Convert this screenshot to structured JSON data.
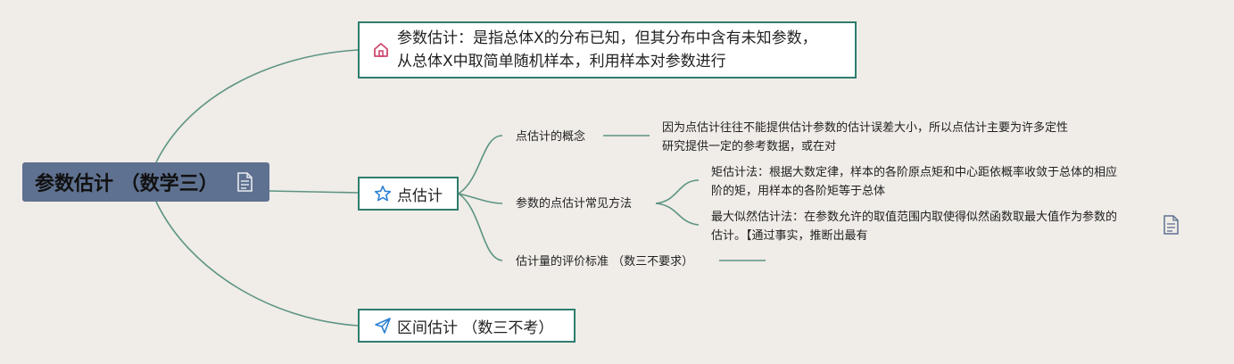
{
  "root": {
    "title": "参数估计 （数学三）",
    "icon": "document-icon"
  },
  "branches": [
    {
      "label_line1": "参数估计：是指总体X的分布已知，但其分布中含有未知参数，",
      "label_line2": "从总体X中取简单随机样本，利用样本对参数进行",
      "icon": "home-icon",
      "icon_color": "#d0486e"
    },
    {
      "label": "点估计",
      "icon": "star-icon",
      "icon_color": "#2a7fd4"
    },
    {
      "label": "区间估计 （数三不考）",
      "icon": "send-icon",
      "icon_color": "#2a7fd4"
    }
  ],
  "sub": {
    "concept": {
      "label": "点估计的概念",
      "detail_line1": "因为点估计往往不能提供估计参数的估计误差大小，所以点估计主要为许多定性",
      "detail_line2": "研究提供一定的参考数据，或在对"
    },
    "methods": {
      "label": "参数的点估计常见方法",
      "moment_line1": "矩估计法：根据大数定律，样本的各阶原点矩和中心距依概率收敛于总体的相应",
      "moment_line2": "阶的矩，用样本的各阶矩等于总体",
      "mle_line1": "最大似然估计法：在参数允许的取值范围内取使得似然函数取最大值作为参数的",
      "mle_line2": "估计。【通过事实，推断出最有",
      "mle_icon": "document-icon"
    },
    "criteria": {
      "label": "估计量的评价标准 （数三不要求）"
    }
  },
  "colors": {
    "line": "#5b9482",
    "root_bg": "#5f7190",
    "box_border": "#2e7d6d",
    "background": "#f0ece8"
  }
}
